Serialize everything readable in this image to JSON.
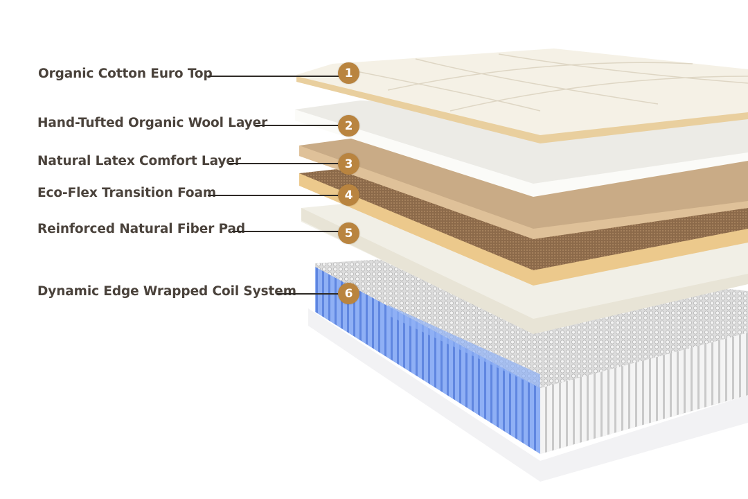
{
  "title": "Mattress layer diagram",
  "colors": {
    "badge": "#b9843f",
    "text": "#4a423b",
    "coil_edge": "#7fa3f0"
  },
  "layers": [
    {
      "number": "1",
      "label": "Organic Cotton Euro Top"
    },
    {
      "number": "2",
      "label": "Hand-Tufted Organic Wool Layer"
    },
    {
      "number": "3",
      "label": "Natural Latex Comfort Layer"
    },
    {
      "number": "4",
      "label": "Eco-Flex Transition Foam"
    },
    {
      "number": "5",
      "label": "Reinforced Natural Fiber Pad"
    },
    {
      "number": "6",
      "label": "Dynamic Edge Wrapped Coil System"
    }
  ]
}
